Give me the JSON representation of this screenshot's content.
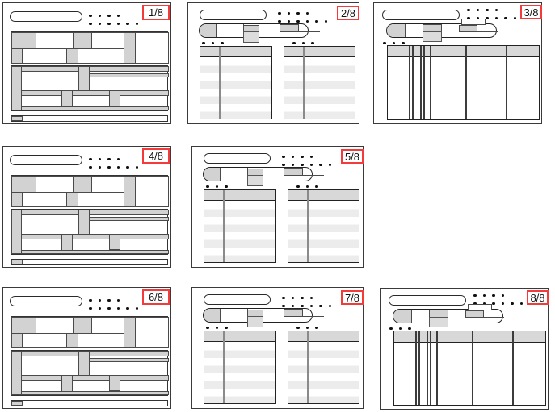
{
  "document": {
    "kind": "wireframe-page-thumbnails",
    "page_count": 8
  },
  "slides": [
    {
      "label": "1/8",
      "layout": "content-blocks"
    },
    {
      "label": "2/8",
      "layout": "nav-two-tables"
    },
    {
      "label": "3/8",
      "layout": "nav-wide-table"
    },
    {
      "label": "4/8",
      "layout": "content-blocks"
    },
    {
      "label": "5/8",
      "layout": "nav-two-tables"
    },
    {
      "label": "6/8",
      "layout": "content-blocks"
    },
    {
      "label": "7/8",
      "layout": "nav-two-tables"
    },
    {
      "label": "8/8",
      "layout": "nav-wide-table"
    }
  ],
  "colors": {
    "badge_border": "#f43b3b",
    "placeholder_fill": "#d2d2d2",
    "table_header_fill": "#d8d8d8",
    "row_stripe": "#ececec",
    "line": "#3a3a3a"
  }
}
